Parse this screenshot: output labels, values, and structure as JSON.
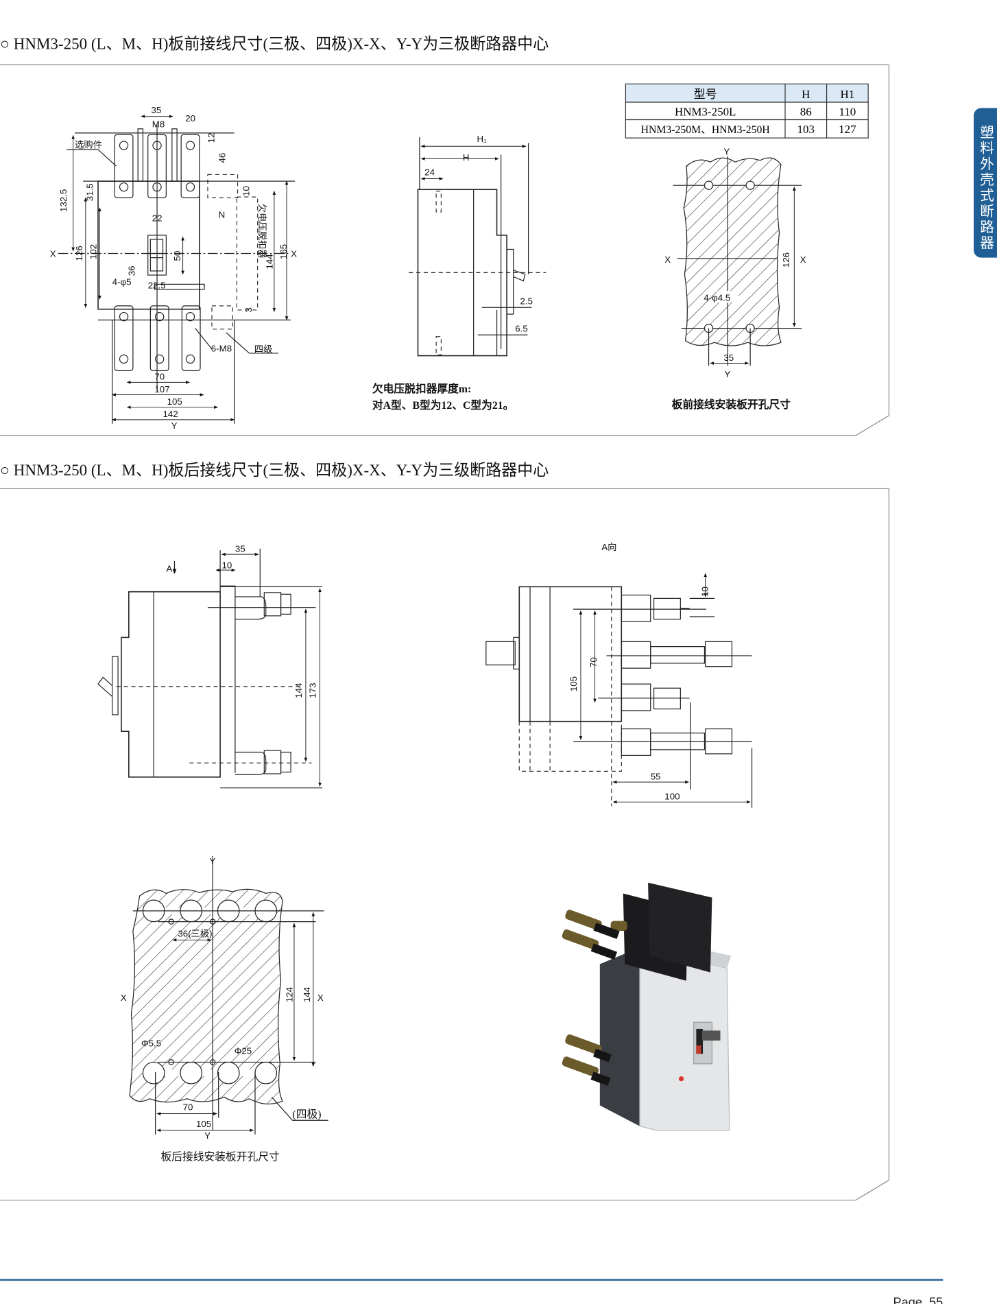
{
  "section1": {
    "title": "○ HNM3-250  (L、M、H)板前接线尺寸(三极、四极)X-X、Y-Y为三极断路器中心",
    "table": {
      "headers": [
        "型号",
        "H",
        "H1"
      ],
      "rows": [
        [
          "HNM3-250L",
          "86",
          "110"
        ],
        [
          "HNM3-250M、HNM3-250H",
          "103",
          "127"
        ]
      ]
    },
    "front_view": {
      "labels": {
        "d35": "35",
        "m8": "M8",
        "d20": "20",
        "d12": "12",
        "d46": "46",
        "optional": "选购件",
        "d132_5": "132.5",
        "d31_5": "31.5",
        "d10": "10",
        "n": "N",
        "uv_release": "欠电压脱扣器",
        "d22": "22",
        "d50": "50",
        "x_left": "X",
        "d126": "126",
        "d102": "102",
        "d144": "144",
        "d165": "165",
        "x_right": "X",
        "d36": "36",
        "holes": "4-φ5",
        "d22_5": "22.5",
        "d3": "3",
        "m8_6": "6-M8",
        "four_pole": "四级",
        "d70": "70",
        "d107": "107",
        "d105": "105",
        "d142": "142",
        "y": "Y"
      }
    },
    "side_view": {
      "labels": {
        "h1": "H₁",
        "h": "H",
        "d24": "24",
        "d2_5": "2.5",
        "d6_5": "6.5"
      },
      "note_line1": "欠电压脱扣器厚度m:",
      "note_line2": "对A型、B型为12、C型为21。"
    },
    "panel_cutout": {
      "labels": {
        "y_top": "Y",
        "x_left": "X",
        "d126": "126",
        "x_right": "X",
        "holes": "4-φ4.5",
        "d35": "35",
        "y_bottom": "Y"
      },
      "caption": "板前接线安装板开孔尺寸"
    }
  },
  "section2": {
    "title": "○ HNM3-250  (L、M、H)板后接线尺寸(三极、四极)X-X、Y-Y为三级断路器中心",
    "side_view": {
      "labels": {
        "a_arrow": "A↓",
        "d35": "35",
        "d10": "10",
        "d144": "144",
        "d173": "173"
      }
    },
    "a_view": {
      "labels": {
        "title": "A向",
        "d10": "10",
        "d70": "70",
        "d105": "105",
        "d55": "55",
        "d100": "100"
      }
    },
    "panel_cutout": {
      "labels": {
        "y_top": "Y",
        "x_left": "X",
        "d124": "124",
        "d144": "144",
        "x_right": "X",
        "d36": "36(三极)",
        "phi5_5": "Φ5.5",
        "phi25": "Φ25",
        "d70": "70",
        "d105": "105",
        "y_bottom": "Y",
        "four_pole": "(四极)"
      },
      "caption": "板后接线安装板开孔尺寸"
    }
  },
  "side_tab": {
    "label": "塑料外壳式断路器",
    "color": "#1f5f96"
  },
  "footer": {
    "page": "Page  55",
    "line_color": "#2a6496"
  }
}
